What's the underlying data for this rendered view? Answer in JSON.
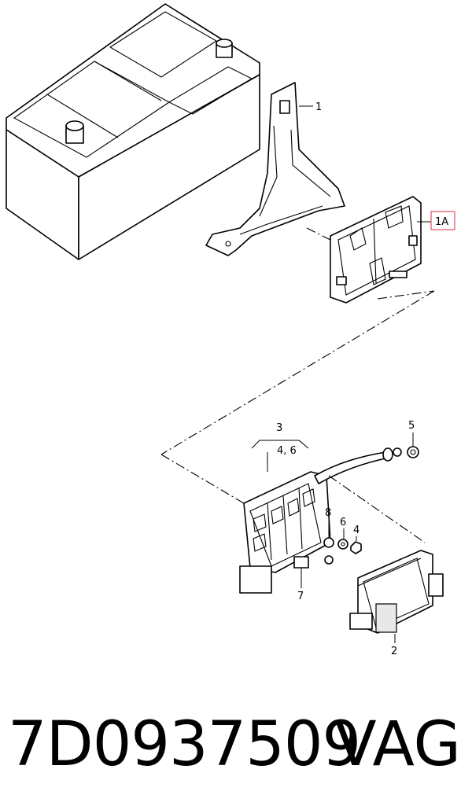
{
  "diagram": {
    "callouts": [
      {
        "id": "1",
        "label": "1"
      },
      {
        "id": "1a",
        "label": "1A"
      },
      {
        "id": "2",
        "label": "2"
      },
      {
        "id": "3",
        "label": "3"
      },
      {
        "id": "46",
        "label": "4, 6"
      },
      {
        "id": "4",
        "label": "4"
      },
      {
        "id": "5",
        "label": "5"
      },
      {
        "id": "6",
        "label": "6"
      },
      {
        "id": "7",
        "label": "7"
      },
      {
        "id": "8",
        "label": "8"
      }
    ],
    "highlight_color": "#e05060"
  },
  "caption": {
    "part_number": "7D0937509",
    "brand": "VAG"
  }
}
